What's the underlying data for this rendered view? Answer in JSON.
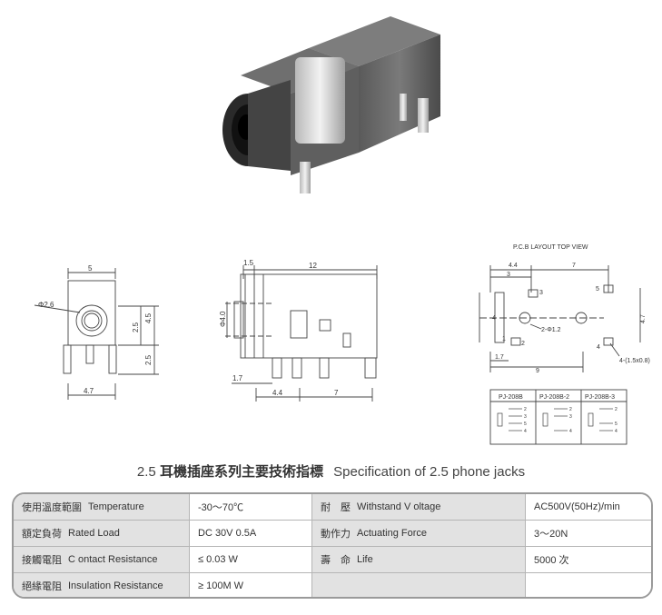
{
  "drawings": {
    "front": {
      "dim_top": "5",
      "dim_dia": "Φ2.6",
      "dim_right_1": "2.5",
      "dim_right_2": "4.5",
      "dim_right_3": "2.5",
      "dim_bottom": "4.7"
    },
    "side": {
      "dim_top_1": "1.5",
      "dim_top_2": "12",
      "dim_dia": "Φ4.0",
      "dim_left": "1.7",
      "dim_bottom_1": "4.4",
      "dim_bottom_2": "7"
    },
    "pcb": {
      "heading": "P.C.B LAYOUT    TOP VIEW",
      "dim_4_4": "4.4",
      "dim_7": "7",
      "dim_3": "3",
      "dim_4": "4",
      "dim_4_7": "4.7",
      "dim_1_7": "1.7",
      "dim_9": "9",
      "hole_label": "2-Φ1.2",
      "pad_label": "4-(1.5x0.8)",
      "pads": [
        "1",
        "2",
        "3",
        "4",
        "5"
      ]
    },
    "variants": [
      "PJ-208B",
      "PJ-208B-2",
      "PJ-208B-3"
    ],
    "variant_pins": {
      "a": [
        "2",
        "3",
        "5",
        "4"
      ],
      "b": [
        "2",
        "3",
        "4"
      ],
      "c": [
        "2",
        "5",
        "4"
      ]
    }
  },
  "title": {
    "prefix": "2.5",
    "chinese": "耳機插座系列主要技術指標",
    "english": "Specification of 2.5 phone jacks"
  },
  "spec": [
    {
      "label_cn": "使用溫度範圍",
      "label_en": "Temperature",
      "value": "-30～70℃",
      "label2_cn": "耐　壓",
      "label2_en": "Withstand V oltage",
      "value2": "AC500V(50Hz)/min"
    },
    {
      "label_cn": "額定負荷",
      "label_en": "Rated Load",
      "value": "DC  30V  0.5A",
      "label2_cn": "動作力",
      "label2_en": "Actuating Force",
      "value2": "3～20N"
    },
    {
      "label_cn": "接觸電阻",
      "label_en": "C ontact Resistance",
      "value": "≤ 0.03 W",
      "label2_cn": "壽　命",
      "label2_en": "Life",
      "value2": "5000 次"
    },
    {
      "label_cn": "絕緣電阻",
      "label_en": "Insulation Resistance",
      "value": "≥ 100M W",
      "label2_cn": "",
      "label2_en": "",
      "value2": ""
    }
  ]
}
